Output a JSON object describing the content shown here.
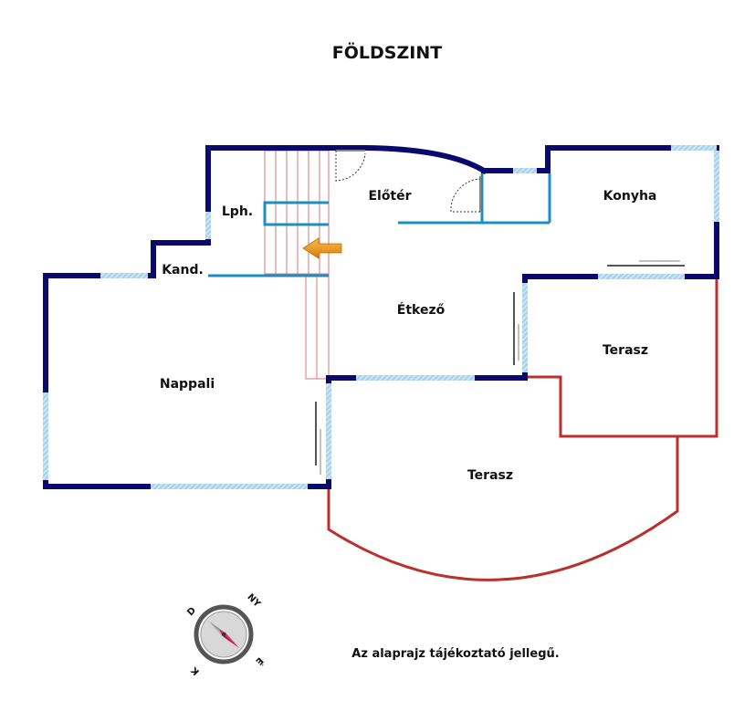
{
  "title": "FÖLDSZINT",
  "rooms": {
    "eloter": "Előtér",
    "konyha": "Konyha",
    "lepcsohaz": "Lph.",
    "kamra": "Kand.",
    "etkezo": "Étkező",
    "nappali": "Nappali",
    "terasz_right": "Terasz",
    "terasz_bottom": "Terasz"
  },
  "compass": {
    "labels": [
      "D",
      "NY",
      "É",
      "K"
    ]
  },
  "note": "Az alaprajz tájékoztató jellegű.",
  "colors": {
    "outer_wall": "#0a0a6e",
    "inner_wall": "#1c8fc0",
    "window": "#a9d4ec",
    "terrace": "#b8312f",
    "stairs": "#d47a7a",
    "entry_arrow": "#f0a020"
  }
}
